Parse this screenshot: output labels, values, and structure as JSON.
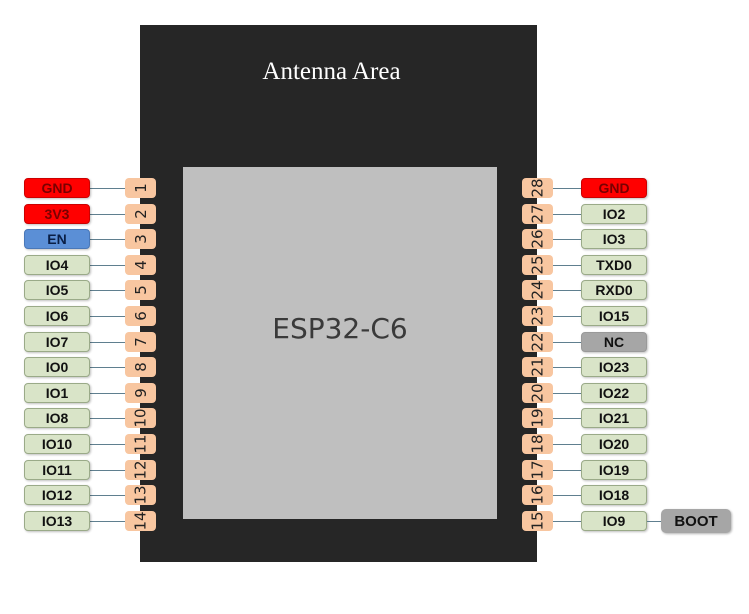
{
  "module": {
    "antenna_label": "Antenna Area",
    "chip_label": "ESP32-C6"
  },
  "colors": {
    "power": "#ff0000",
    "enable": "#5b8fd6",
    "gpio": "#d9e4c8",
    "nc": "#a6a6a6",
    "pin_number": "#f8c6a0",
    "board": "#262626",
    "chip": "#bfbfbf"
  },
  "left_pins": [
    {
      "num": "1",
      "label": "GND",
      "type": "power"
    },
    {
      "num": "2",
      "label": "3V3",
      "type": "power"
    },
    {
      "num": "3",
      "label": "EN",
      "type": "enable"
    },
    {
      "num": "4",
      "label": "IO4",
      "type": "gpio"
    },
    {
      "num": "5",
      "label": "IO5",
      "type": "gpio"
    },
    {
      "num": "6",
      "label": "IO6",
      "type": "gpio"
    },
    {
      "num": "7",
      "label": "IO7",
      "type": "gpio"
    },
    {
      "num": "8",
      "label": "IO0",
      "type": "gpio"
    },
    {
      "num": "9",
      "label": "IO1",
      "type": "gpio"
    },
    {
      "num": "10",
      "label": "IO8",
      "type": "gpio"
    },
    {
      "num": "11",
      "label": "IO10",
      "type": "gpio"
    },
    {
      "num": "12",
      "label": "IO11",
      "type": "gpio"
    },
    {
      "num": "13",
      "label": "IO12",
      "type": "gpio"
    },
    {
      "num": "14",
      "label": "IO13",
      "type": "gpio"
    }
  ],
  "right_pins": [
    {
      "num": "28",
      "label": "GND",
      "type": "power"
    },
    {
      "num": "27",
      "label": "IO2",
      "type": "gpio"
    },
    {
      "num": "26",
      "label": "IO3",
      "type": "gpio"
    },
    {
      "num": "25",
      "label": "TXD0",
      "type": "gpio"
    },
    {
      "num": "24",
      "label": "RXD0",
      "type": "gpio"
    },
    {
      "num": "23",
      "label": "IO15",
      "type": "gpio"
    },
    {
      "num": "22",
      "label": "NC",
      "type": "nc"
    },
    {
      "num": "21",
      "label": "IO23",
      "type": "gpio"
    },
    {
      "num": "20",
      "label": "IO22",
      "type": "gpio"
    },
    {
      "num": "19",
      "label": "IO21",
      "type": "gpio"
    },
    {
      "num": "18",
      "label": "IO20",
      "type": "gpio"
    },
    {
      "num": "17",
      "label": "IO19",
      "type": "gpio"
    },
    {
      "num": "16",
      "label": "IO18",
      "type": "gpio"
    },
    {
      "num": "15",
      "label": "IO9",
      "type": "gpio"
    }
  ],
  "extra": {
    "boot_label": "BOOT"
  }
}
